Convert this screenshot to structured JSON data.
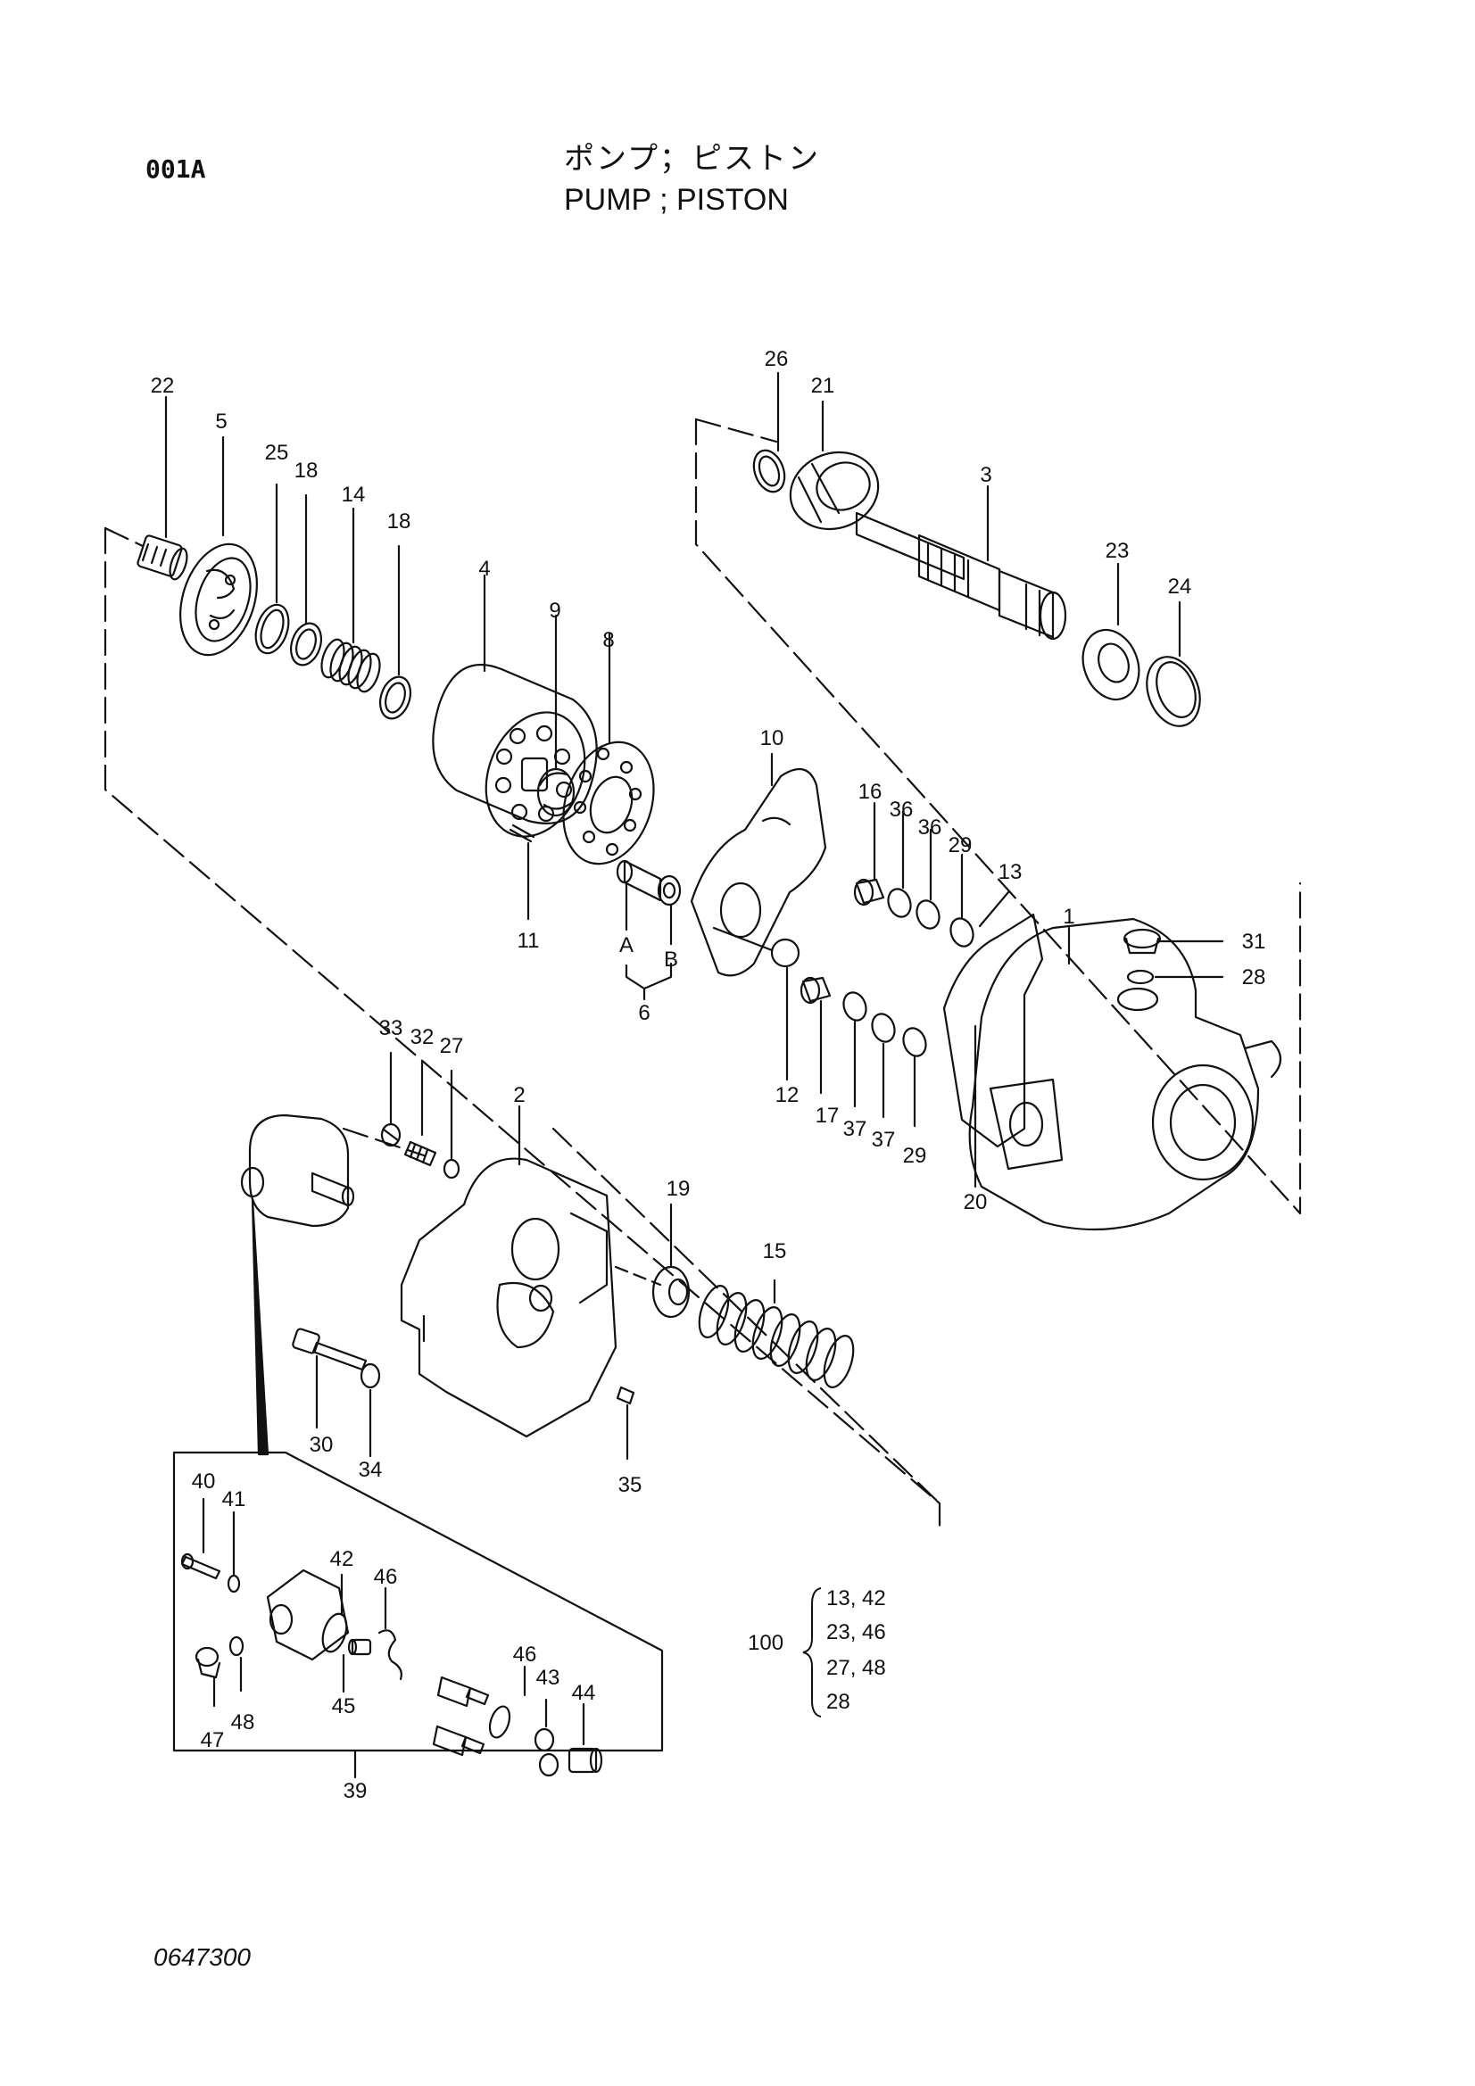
{
  "header": {
    "code": "001A",
    "title_jp": "ポンプ；ピストン",
    "title_en": "PUMP  ; PISTON"
  },
  "footer": {
    "drawing_no": "0647300"
  },
  "kit": {
    "code": "100",
    "rows": [
      "13,  42",
      "23,  46",
      "27,  48",
      "28"
    ]
  },
  "callouts": [
    {
      "id": "c22",
      "label": "22"
    },
    {
      "id": "c5",
      "label": "5"
    },
    {
      "id": "c25",
      "label": "25"
    },
    {
      "id": "c18a",
      "label": "18"
    },
    {
      "id": "c14",
      "label": "14"
    },
    {
      "id": "c18b",
      "label": "18"
    },
    {
      "id": "c4",
      "label": "4"
    },
    {
      "id": "c9",
      "label": "9"
    },
    {
      "id": "c8",
      "label": "8"
    },
    {
      "id": "c11",
      "label": "11"
    },
    {
      "id": "cA",
      "label": "A"
    },
    {
      "id": "cB",
      "label": "B"
    },
    {
      "id": "c6",
      "label": "6"
    },
    {
      "id": "c26",
      "label": "26"
    },
    {
      "id": "c21",
      "label": "21"
    },
    {
      "id": "c3",
      "label": "3"
    },
    {
      "id": "c23",
      "label": "23"
    },
    {
      "id": "c24",
      "label": "24"
    },
    {
      "id": "c10",
      "label": "10"
    },
    {
      "id": "c16",
      "label": "16"
    },
    {
      "id": "c36a",
      "label": "36"
    },
    {
      "id": "c36b",
      "label": "36"
    },
    {
      "id": "c29a",
      "label": "29"
    },
    {
      "id": "c13",
      "label": "13"
    },
    {
      "id": "c1",
      "label": "1"
    },
    {
      "id": "c31",
      "label": "31"
    },
    {
      "id": "c28",
      "label": "28"
    },
    {
      "id": "c12",
      "label": "12"
    },
    {
      "id": "c17",
      "label": "17"
    },
    {
      "id": "c37a",
      "label": "37"
    },
    {
      "id": "c37b",
      "label": "37"
    },
    {
      "id": "c29b",
      "label": "29"
    },
    {
      "id": "c20",
      "label": "20"
    },
    {
      "id": "c33",
      "label": "33"
    },
    {
      "id": "c32",
      "label": "32"
    },
    {
      "id": "c27",
      "label": "27"
    },
    {
      "id": "c2",
      "label": "2"
    },
    {
      "id": "c19",
      "label": "19"
    },
    {
      "id": "c15",
      "label": "15"
    },
    {
      "id": "c30",
      "label": "30"
    },
    {
      "id": "c34",
      "label": "34"
    },
    {
      "id": "c35",
      "label": "35"
    },
    {
      "id": "c40",
      "label": "40"
    },
    {
      "id": "c41",
      "label": "41"
    },
    {
      "id": "c42",
      "label": "42"
    },
    {
      "id": "c46a",
      "label": "46"
    },
    {
      "id": "c45",
      "label": "45"
    },
    {
      "id": "c47",
      "label": "47"
    },
    {
      "id": "c48",
      "label": "48"
    },
    {
      "id": "c46b",
      "label": "46"
    },
    {
      "id": "c43",
      "label": "43"
    },
    {
      "id": "c44",
      "label": "44"
    },
    {
      "id": "c39",
      "label": "39"
    }
  ]
}
